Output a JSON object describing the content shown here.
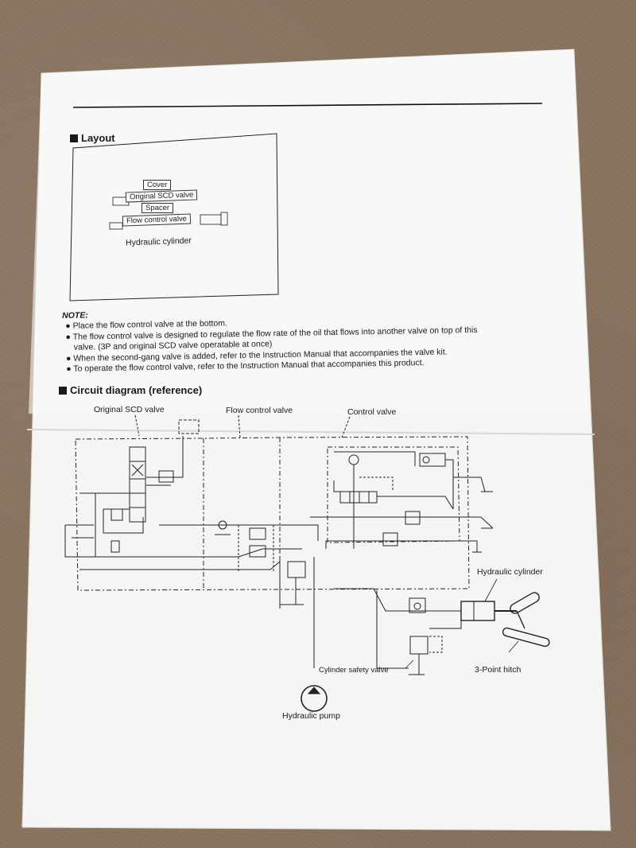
{
  "layout": {
    "title": "Layout",
    "labels": {
      "cover": "Cover",
      "original_scd_valve": "Original SCD valve",
      "spacer": "Spacer",
      "flow_control_valve": "Flow control valve",
      "hydraulic_cylinder": "Hydraulic cylinder"
    }
  },
  "note": {
    "heading": "NOTE:",
    "items": [
      "Place the flow control valve at the bottom.",
      "The flow control valve is designed to regulate the flow rate of the oil that flows into another valve on top of this",
      "valve. (3P and original SCD valve operatable at once)",
      "When the second-gang valve is added, refer to the Instruction Manual that accompanies the valve kit.",
      "To operate the flow control valve, refer to the Instruction Manual that accompanies this product."
    ]
  },
  "circuit": {
    "title": "Circuit diagram (reference)",
    "labels": {
      "original_scd_valve": "Original SCD valve",
      "flow_control_valve": "Flow control valve",
      "control_valve": "Control valve",
      "hydraulic_cylinder": "Hydraulic cylinder",
      "three_point_hitch": "3-Point hitch",
      "cylinder_safety_valve": "Cylinder safety valve",
      "hydraulic_pump": "Hydraulic pump"
    }
  }
}
